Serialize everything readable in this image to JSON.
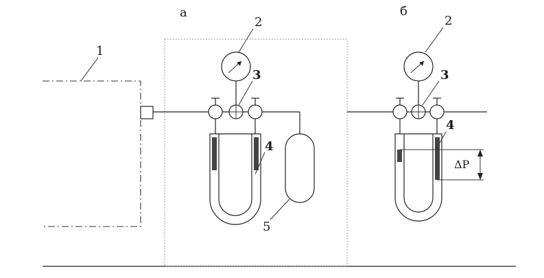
{
  "labels": {
    "panel_a": "а",
    "panel_b": "б",
    "source": "1",
    "gauge_a": "2",
    "valves_a": "3",
    "manometer_a": "4",
    "vessel": "5",
    "gauge_b": "2",
    "valves_b": "3",
    "manometer_b": "4",
    "delta_p": "ΔP"
  }
}
